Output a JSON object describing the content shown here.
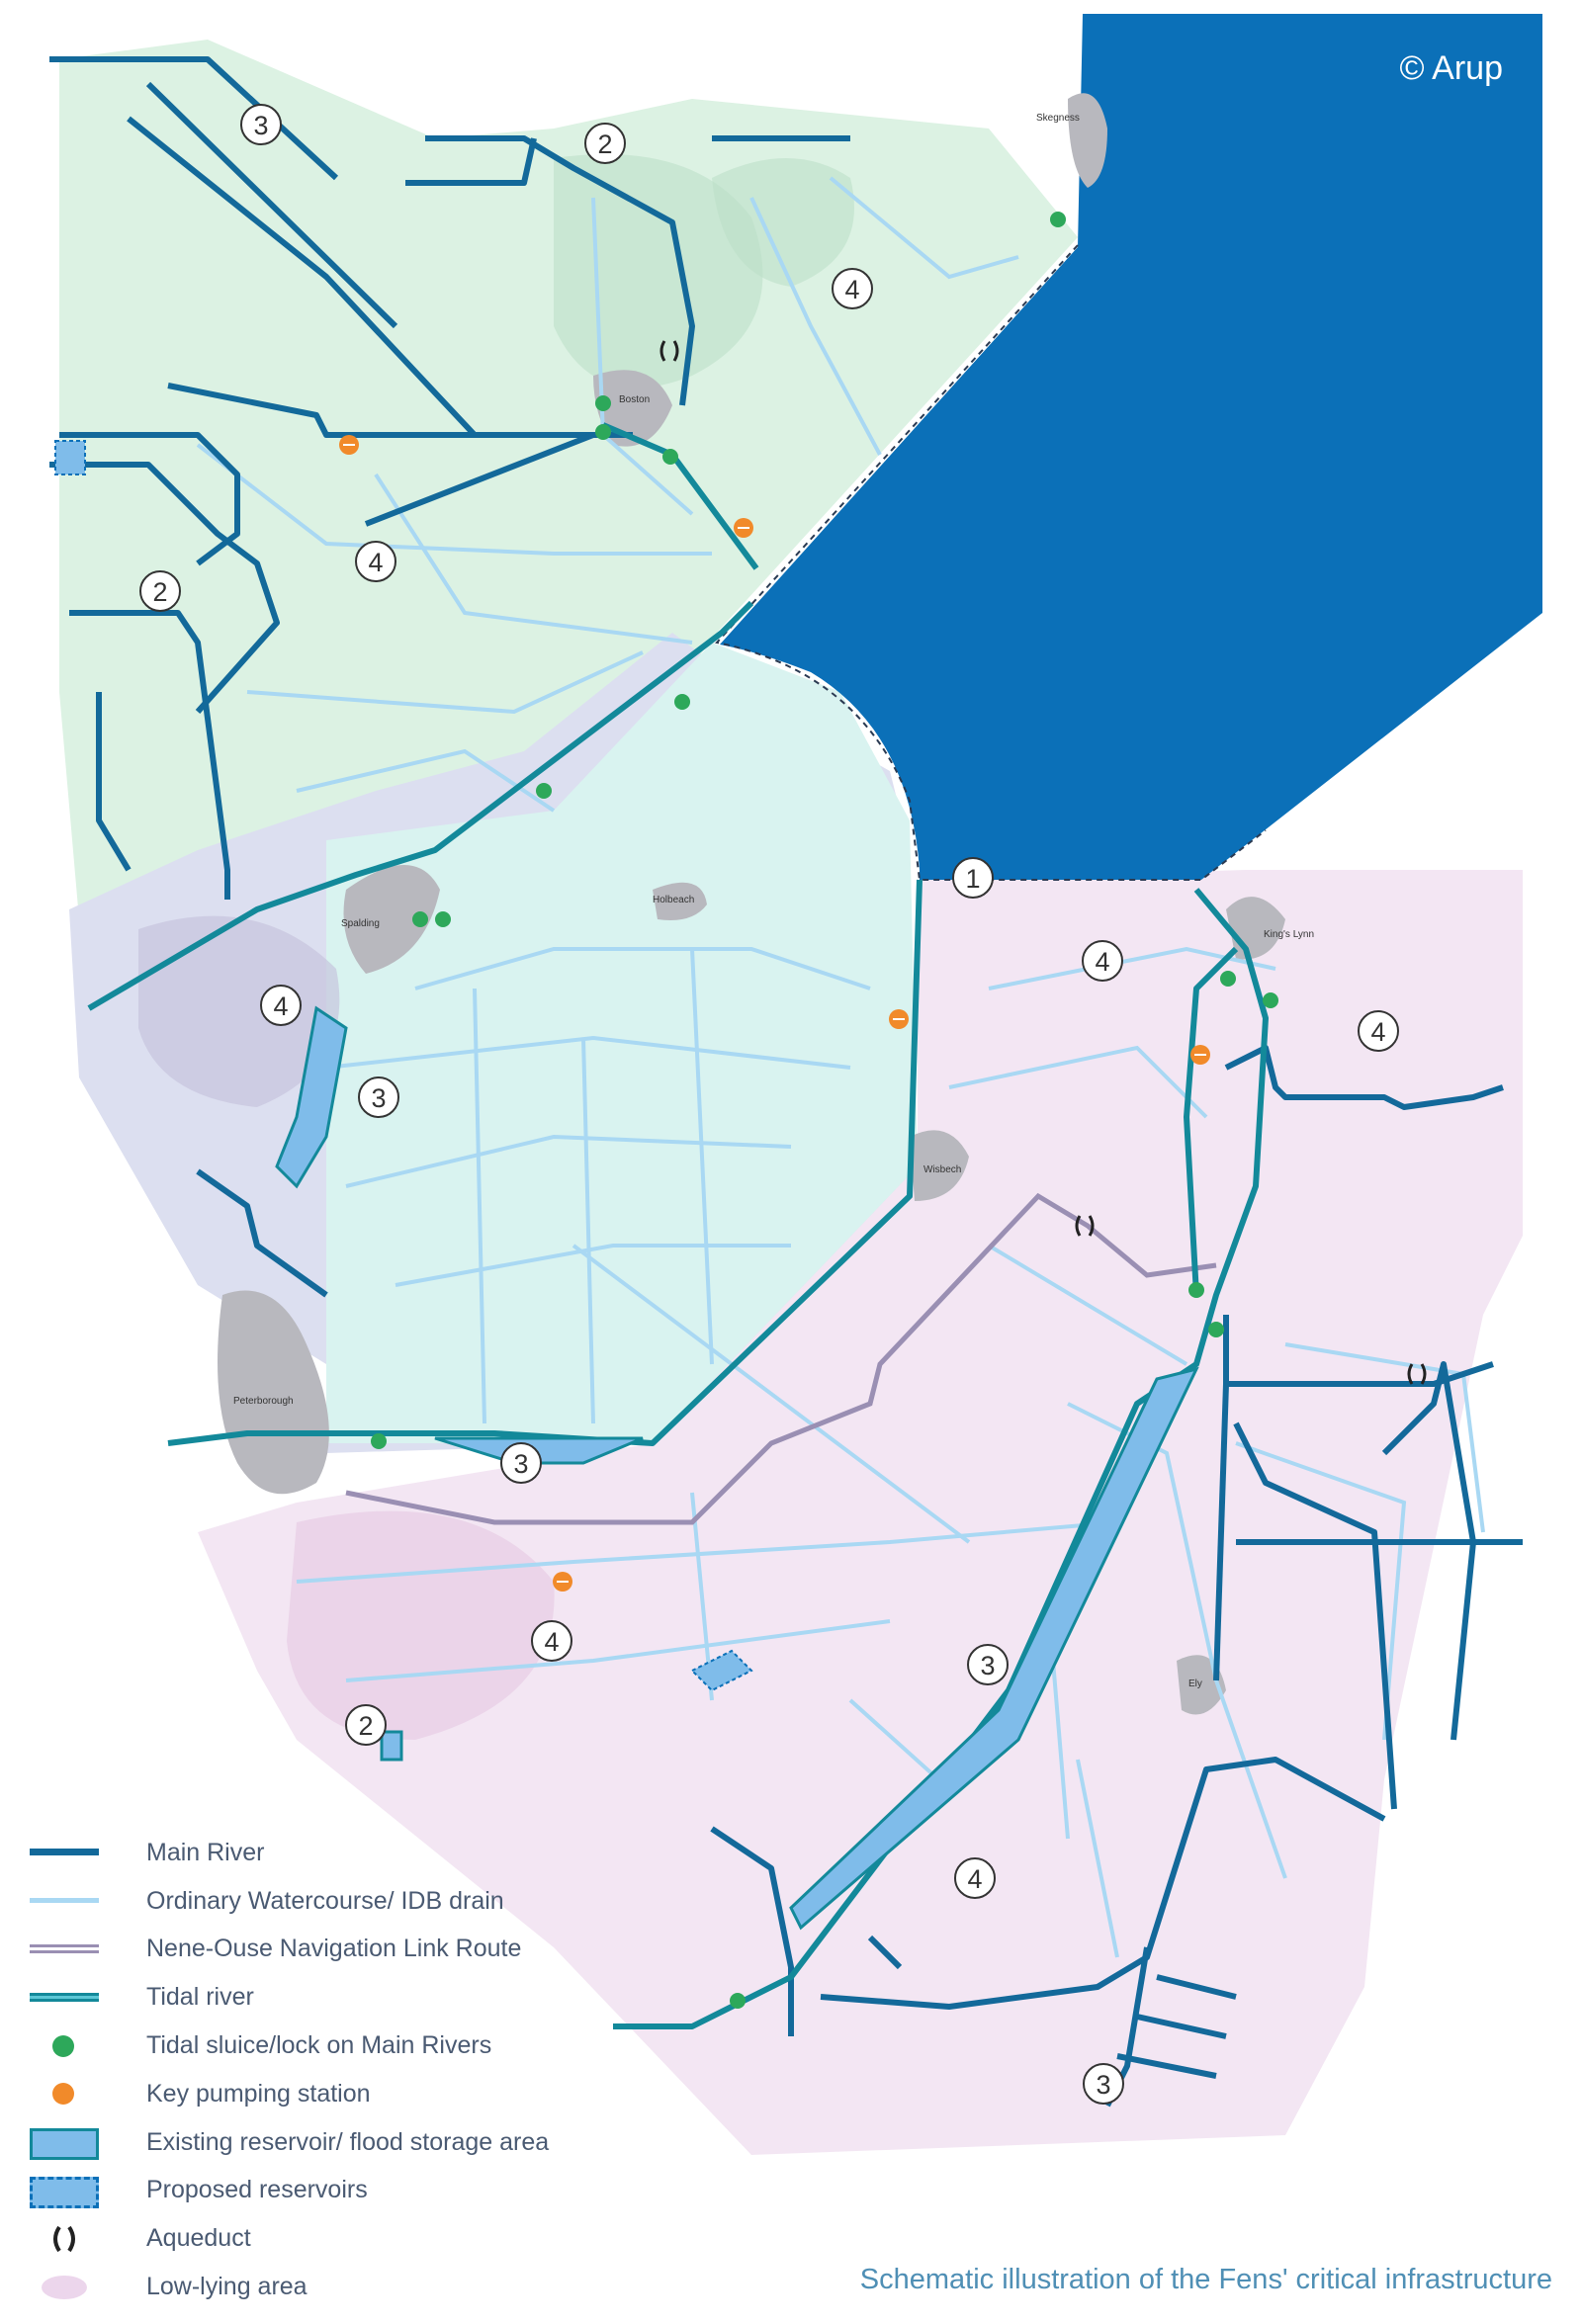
{
  "copyright": "© Arup",
  "caption": "Schematic illustration of the Fens' critical infrastructure",
  "towns": [
    "Skegness",
    "Boston",
    "Spalding",
    "Holbeach",
    "King's Lynn",
    "Wisbech",
    "Peterborough",
    "Ely"
  ],
  "zone_numbers": [
    "3",
    "2",
    "4",
    "4",
    "2",
    "4",
    "3",
    "1",
    "4",
    "4",
    "3",
    "4",
    "3",
    "2",
    "4",
    "3"
  ],
  "legend": [
    {
      "label": "Main River",
      "symbol": "main-river",
      "color": "#13699a"
    },
    {
      "label": "Ordinary Watercourse/ IDB drain",
      "symbol": "ordinary-watercourse",
      "color": "#a9d8f3"
    },
    {
      "label": "Nene-Ouse Navigation Link Route",
      "symbol": "navigation-link",
      "color": "#9a8fb3"
    },
    {
      "label": "Tidal river",
      "symbol": "tidal-river",
      "color": "#13899a"
    },
    {
      "label": "Tidal sluice/lock on Main Rivers",
      "symbol": "sluice-lock",
      "color": "#2da85a"
    },
    {
      "label": "Key pumping station",
      "symbol": "pumping-station",
      "color": "#f18a2a"
    },
    {
      "label": "Existing reservoir/ flood storage area",
      "symbol": "existing-reservoir",
      "color": "#7fbcea"
    },
    {
      "label": "Proposed reservoirs",
      "symbol": "proposed-reservoir",
      "color": "#7fbcea"
    },
    {
      "label": "Aqueduct",
      "symbol": "aqueduct",
      "color": "#222222"
    },
    {
      "label": "Low-lying area",
      "symbol": "low-lying-area",
      "color": "#ecd6ec"
    }
  ],
  "colors": {
    "sea": "#0b70b8",
    "zone_green": "#dcf2e3",
    "zone_cyan": "#d9f3f0",
    "zone_lavender": "#dcdff0",
    "zone_pink": "#f3e6f3",
    "urban": "#b8b8be"
  }
}
